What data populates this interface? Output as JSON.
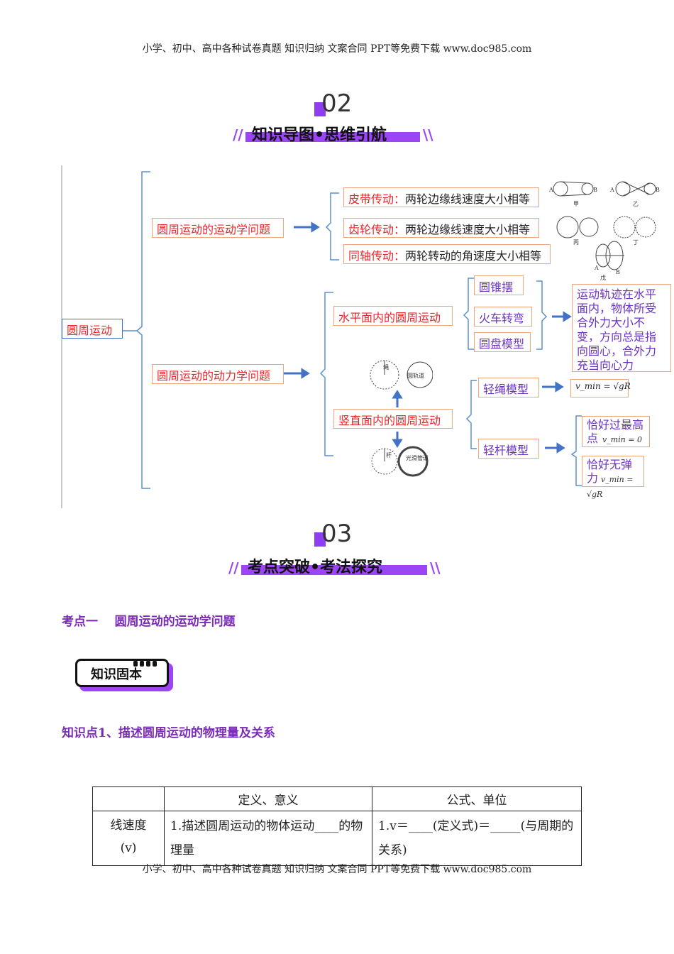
{
  "header": {
    "text": "小学、初中、高中各种试卷真题  知识归纳  文案合同  PPT等免费下载      www.doc985.com"
  },
  "footer": {
    "text": "小学、初中、高中各种试卷真题  知识归纳  文案合同  PPT等免费下载      www.doc985.com"
  },
  "section2": {
    "number": "02",
    "title": "知识导图•思维引航"
  },
  "section3": {
    "number": "03",
    "title": "考点突破•考法探究"
  },
  "mindmap": {
    "root": "圆周运动",
    "kinematics": "圆周运动的运动学问题",
    "dynamics": "圆周运动的动力学问题",
    "belt": {
      "name": "皮带传动：",
      "desc": "两轮边缘线速度大小相等"
    },
    "gear": {
      "name": "齿轮传动：",
      "desc": "两轮边缘线速度大小相等"
    },
    "coaxial": {
      "name": "同轴传动：",
      "desc": "两轮转动的角速度大小相等"
    },
    "horizontal": "水平面内的圆周运动",
    "vertical": "竖直面内的圆周运动",
    "cone": "圆锥摆",
    "train": "火车转弯",
    "disk": "圆盘模型",
    "horizontal_note": "运动轨迹在水平面内，物体所受合外力大小不变，方向总是指向圆心，合外力充当向心力",
    "rope": "轻绳模型",
    "rod": "轻杆模型",
    "rope_formula": "v_min = √gR",
    "rod_case1": "恰好过最高点",
    "rod_case1_formula": "v_min = 0",
    "rod_case2": "恰好无弹力",
    "rod_case2_formula": "v_min = √gR",
    "img_labels": {
      "jia": "甲",
      "yi": "乙",
      "bing": "丙",
      "ding": "丁",
      "wu": "戊",
      "rope": "绳",
      "track": "圆轨道",
      "rod": "杆",
      "tube": "光滑管道"
    }
  },
  "point1": {
    "title": "考点一    圆周运动的运动学问题"
  },
  "badge": {
    "label": "知识固本"
  },
  "kp1": {
    "title": "知识点1、描述圆周运动的物理量及关系"
  },
  "table": {
    "headers": [
      "",
      "定义、意义",
      "公式、单位"
    ],
    "row1": {
      "name": "线速度",
      "symbol": "(v)",
      "def": "1.描述圆周运动的物体运动____的物理量",
      "formula": "1.v＝____(定义式)＝_____(与周期的关系)"
    }
  },
  "colors": {
    "accent": "#9b45f5",
    "red": "#e8272c",
    "purple_text": "#6b34c2",
    "box_border": "#f0a57a",
    "line": "#5b8fd6"
  }
}
